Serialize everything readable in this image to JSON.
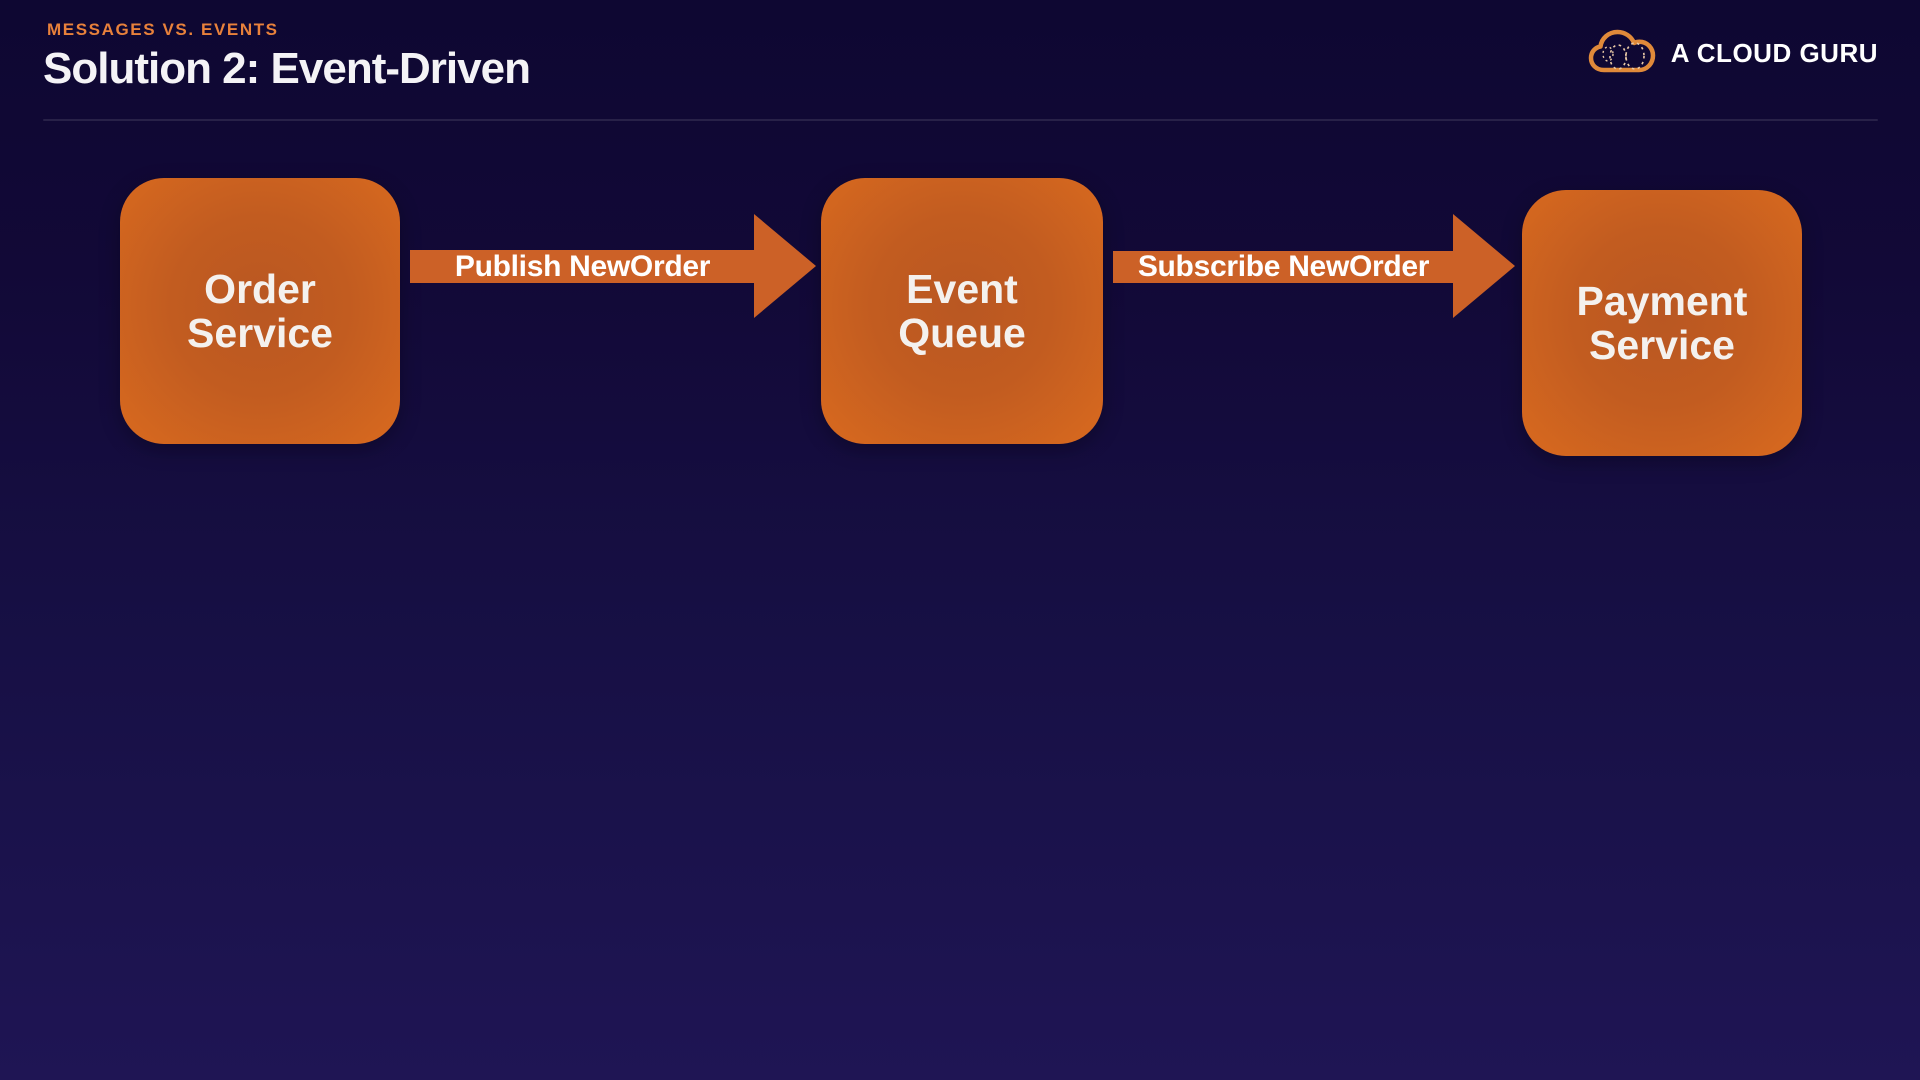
{
  "page": {
    "eyebrow": "MESSAGES VS. EVENTS",
    "title": "Solution 2: Event-Driven"
  },
  "logo": {
    "text": "A CLOUD GURU",
    "icon": "cloud-logo-icon"
  },
  "colors": {
    "background_top": "#0e0732",
    "background_bottom": "#1f1554",
    "accent_orange": "#d4671f",
    "arrow_orange": "#cc6127",
    "eyebrow_orange": "#e8813b",
    "text_white": "#f4f3f6"
  },
  "diagram": {
    "nodes": [
      {
        "id": "order-service",
        "lines": [
          "Order",
          "Service"
        ]
      },
      {
        "id": "event-queue",
        "lines": [
          "Event",
          "Queue"
        ]
      },
      {
        "id": "payment-service",
        "lines": [
          "Payment",
          "Service"
        ]
      }
    ],
    "arrows": [
      {
        "id": "publish",
        "label": "Publish NewOrder"
      },
      {
        "id": "subscribe",
        "label": "Subscribe NewOrder"
      }
    ]
  }
}
